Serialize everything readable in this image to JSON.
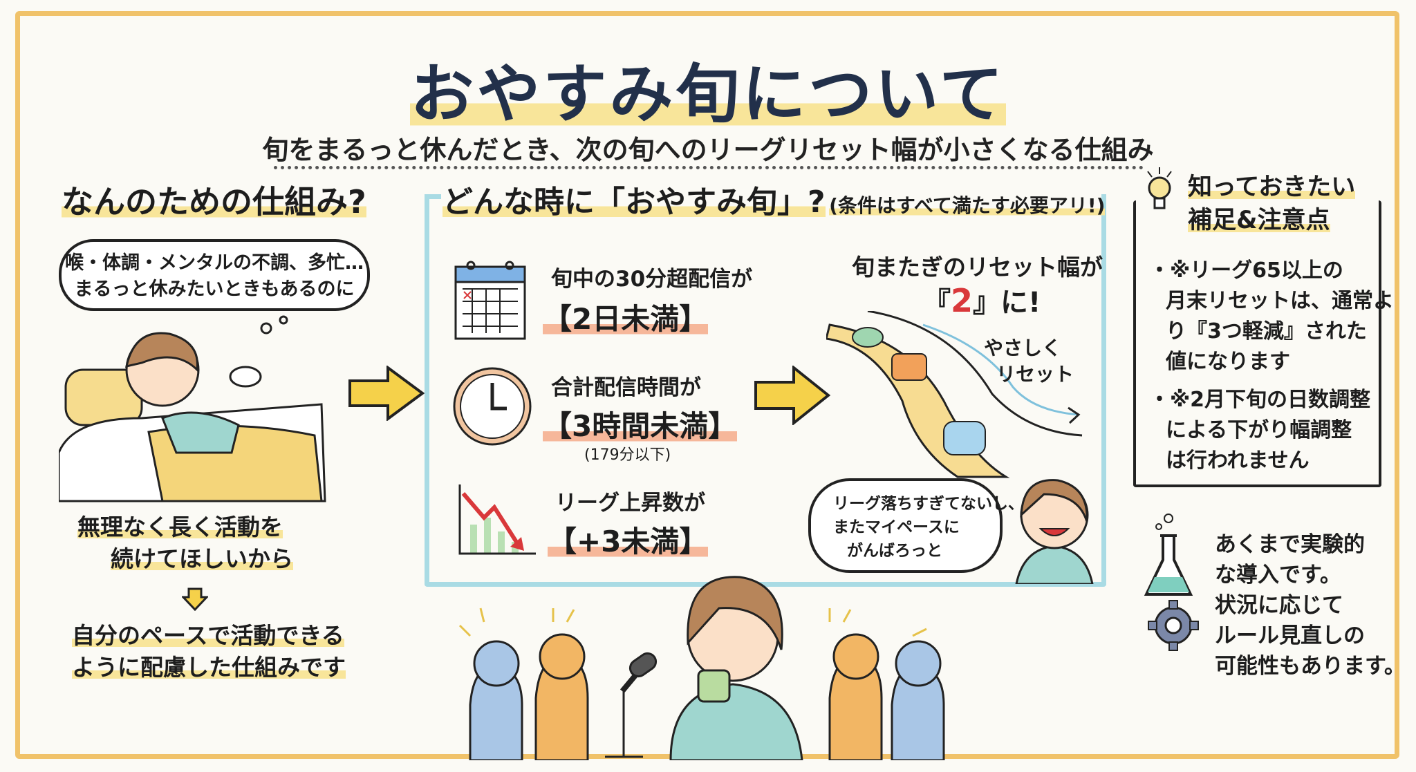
{
  "title": "おやすみ旬について",
  "subtitle": "旬をまるっと休んだとき、次の旬へのリーグリセット幅が小さくなる仕組み",
  "why": {
    "heading": "なんのための仕組み?",
    "bubble": [
      "喉・体調・メンタルの不調、多忙…",
      "まるっと休みたいときもあるのに"
    ],
    "reason": [
      "無理なく長く活動を",
      "続けてほしいから"
    ],
    "result": [
      "自分のペースで活動できる",
      "ように配慮した仕組みです"
    ]
  },
  "when": {
    "heading": "どんな時に「おやすみ旬」?",
    "note": "(条件はすべて満たす必要アリ!)",
    "conditions": [
      {
        "icon": "calendar-icon",
        "label": "旬中の30分超配信が",
        "value": "【2日未満】"
      },
      {
        "icon": "clock-icon",
        "label": "合計配信時間が",
        "value": "【3時間未満】",
        "detail": "(179分以下)"
      },
      {
        "icon": "falling-chart-icon",
        "label": "リーグ上昇数が",
        "value": "【+3未満】"
      }
    ],
    "result_line1": "旬またぎのリセット幅が",
    "result_open": "『",
    "result_value": "2",
    "result_close": "』に!",
    "road_label": [
      "やさしく",
      "リセット"
    ],
    "speech": [
      "リーグ落ちすぎてないし、",
      "またマイペースに",
      "がんばろっと"
    ]
  },
  "notes": {
    "heading": [
      "知っておきたい",
      "補足&注意点"
    ],
    "items": [
      [
        "・※リーグ65以上の",
        "月末リセットは、通常よ",
        "り『3つ軽減』された",
        "値になります"
      ],
      [
        "・※2月下旬の日数調整",
        "による下がり幅調整",
        "は行われません"
      ]
    ]
  },
  "experimental": [
    "あくまで実験的",
    "な導入です。",
    "状況に応じて",
    "ルール見直しの",
    "可能性もあります。"
  ],
  "colors": {
    "frame": "#f0c26a",
    "blue": "#a9dbe4",
    "highlight": "#f8e59a",
    "accent_red": "#d9383a",
    "arrow": "#f5d14a"
  }
}
